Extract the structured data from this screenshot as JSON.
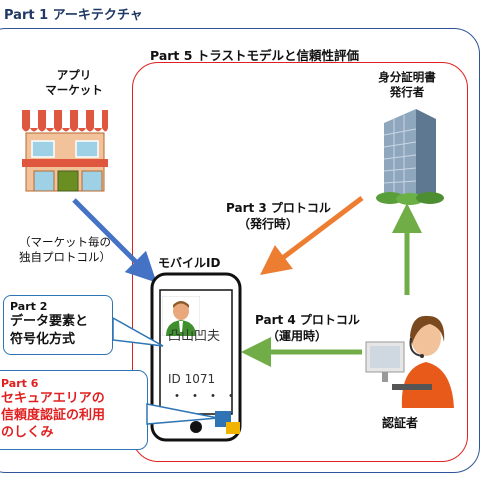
{
  "outer": {
    "title": "Part 1 アーキテクチャ"
  },
  "trust": {
    "title": "Part 5 トラストモデルと信頼性評価"
  },
  "app_market": {
    "line1": "アプリ",
    "line2": "マーケット"
  },
  "market_protocol": {
    "line1": "（マーケット毎の",
    "line2": "独自プロトコル）"
  },
  "issuer": {
    "line1": "身分証明書",
    "line2": "発行者"
  },
  "part3": {
    "line1": "Part 3 プロトコル",
    "line2": "（発行時）"
  },
  "part4": {
    "line1": "Part 4 プロトコル",
    "line2": "（運用時）"
  },
  "mobile": {
    "label": "モバイルID",
    "name": "凸山凹夫",
    "id": "ID 1071",
    "dots": "・・・・"
  },
  "part2": {
    "num": "Part 2",
    "line1": "データ要素と",
    "line2": "符号化方式"
  },
  "part6": {
    "num": "Part 6",
    "line1": "セキュアエリアの",
    "line2": "信頼度認証の利用",
    "line3": "のしくみ"
  },
  "verifier": {
    "label": "認証者"
  },
  "colors": {
    "outer_frame": "#2f5597",
    "trust_frame": "#e02020",
    "arrow_blue": "#4472c4",
    "arrow_orange": "#ed7d31",
    "arrow_green": "#70ad47",
    "part6_text": "#e02020"
  }
}
